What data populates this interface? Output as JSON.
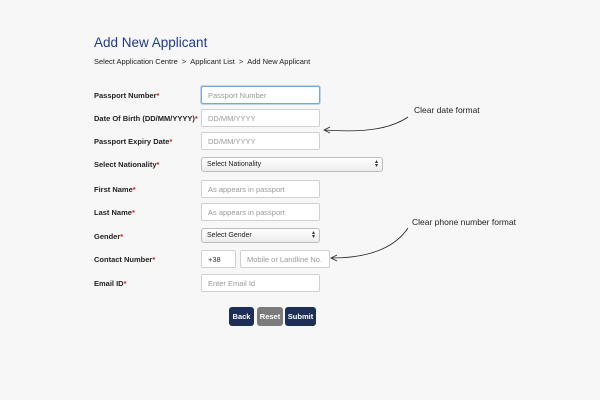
{
  "page": {
    "title": "Add New Applicant"
  },
  "breadcrumb": {
    "items": [
      "Select Application Centre",
      "Applicant List",
      "Add New Applicant"
    ],
    "separator": ">"
  },
  "form": {
    "required_marker": "*",
    "passport_number": {
      "label": "Passport Number",
      "placeholder": "Passport Number"
    },
    "date_of_birth": {
      "label": "Date Of Birth (DD/MM/YYYY)",
      "placeholder": "DD/MM/YYYY"
    },
    "passport_expiry": {
      "label": "Passport Expiry Date",
      "placeholder": "DD/MM/YYYY"
    },
    "nationality": {
      "label": "Select Nationality",
      "selected": "Select Nationality"
    },
    "first_name": {
      "label": "First Name",
      "placeholder": "As appears in passport"
    },
    "last_name": {
      "label": "Last Name",
      "placeholder": "As appears in passport"
    },
    "gender": {
      "label": "Gender",
      "selected": "Select Gender"
    },
    "contact_number": {
      "label": "Contact Number",
      "country_code": "+38",
      "placeholder": "Mobile or Landline No."
    },
    "email": {
      "label": "Email ID",
      "placeholder": "Enter Email Id"
    }
  },
  "buttons": {
    "back": "Back",
    "reset": "Reset",
    "submit": "Submit"
  },
  "annotations": {
    "date_format": "Clear date format",
    "phone_format": "Clear phone number format"
  },
  "colors": {
    "title": "#1f3b8f",
    "required": "#d0202e",
    "primary_button": "#1d2f57",
    "reset_button": "#7b7b7b",
    "background": "#f8f7f8"
  },
  "icons": {
    "select_arrow": "up-down-chevron-icon"
  }
}
